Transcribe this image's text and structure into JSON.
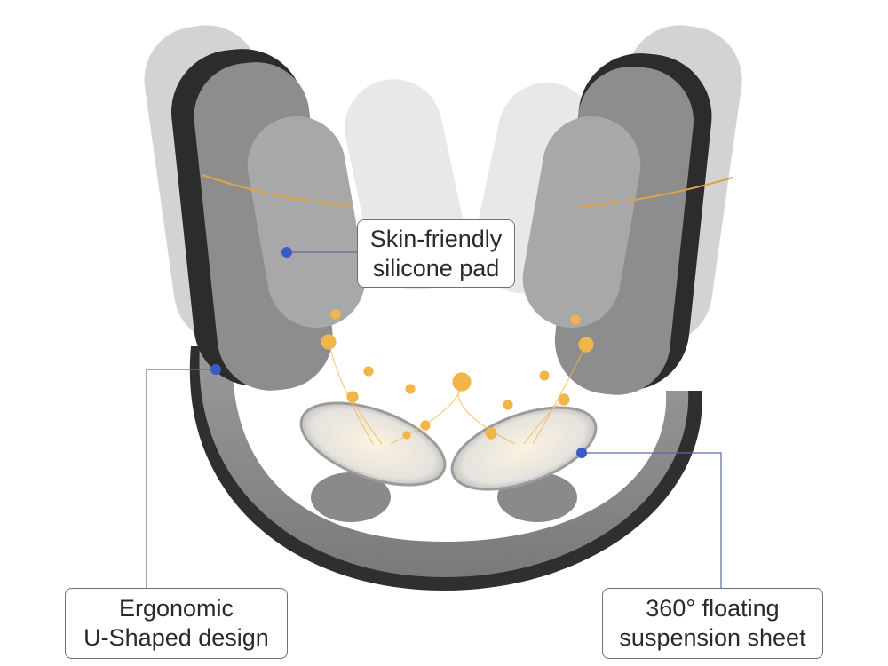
{
  "callouts": {
    "silicone_pad": {
      "line1": "Skin-friendly",
      "line2": "silicone pad"
    },
    "u_shaped": {
      "line1": "Ergonomic",
      "line2": "U-Shaped design"
    },
    "floating": {
      "line1": "360° floating",
      "line2": "suspension sheet"
    }
  },
  "colors": {
    "accent_dots": "#f2b54a",
    "callout_dot": "#3b5bc4",
    "leader_line": "#5a6d9a"
  }
}
